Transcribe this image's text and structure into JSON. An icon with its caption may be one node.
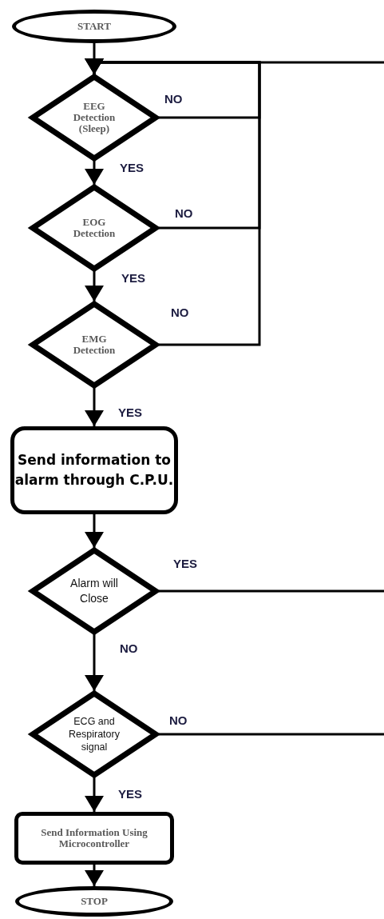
{
  "diagram": {
    "nodes": [
      {
        "text": [
          "START"
        ]
      },
      {
        "text": [
          "EEG Detection (Sleep)"
        ]
      },
      {
        "text": [
          "EOG Detection"
        ]
      },
      {
        "text": [
          "EMG Detection"
        ]
      },
      {
        "text": [
          "Send information to alarm through C.P.U."
        ]
      },
      {
        "text": [
          "Alarm will Close"
        ]
      },
      {
        "text": [
          "ECG and Respiratory signal"
        ]
      },
      {
        "text": [
          "Send Information Using Microcontroller"
        ]
      },
      {
        "text": [
          "STOP"
        ]
      }
    ],
    "edges": [
      {
        "from": 0,
        "to": 1,
        "arrow": "to"
      },
      {
        "from": 1,
        "to": 2,
        "arrow": "to",
        "label": "YES"
      },
      {
        "from": 2,
        "to": 3,
        "arrow": "to",
        "label": "YES"
      },
      {
        "from": 3,
        "to": 4,
        "arrow": "to",
        "label": "YES"
      },
      {
        "from": 4,
        "to": 5,
        "arrow": "to"
      },
      {
        "from": 5,
        "to": 6,
        "arrow": "to",
        "label": "NO"
      },
      {
        "from": 6,
        "to": 7,
        "arrow": "to",
        "label": "YES"
      },
      {
        "from": 7,
        "to": 8,
        "arrow": "to"
      },
      {
        "from": 1,
        "to": 1,
        "arrow": "to",
        "label": "NO"
      },
      {
        "from": 2,
        "to": 1,
        "arrow": "to",
        "label": "NO"
      },
      {
        "from": 3,
        "to": 1,
        "arrow": "to",
        "label": "NO"
      },
      {
        "from": null,
        "to": 1,
        "arrow": "to"
      },
      {
        "from": 5,
        "to": null,
        "arrow": "none",
        "label": "YES"
      },
      {
        "from": 6,
        "to": null,
        "arrow": "none",
        "label": "NO"
      }
    ]
  }
}
